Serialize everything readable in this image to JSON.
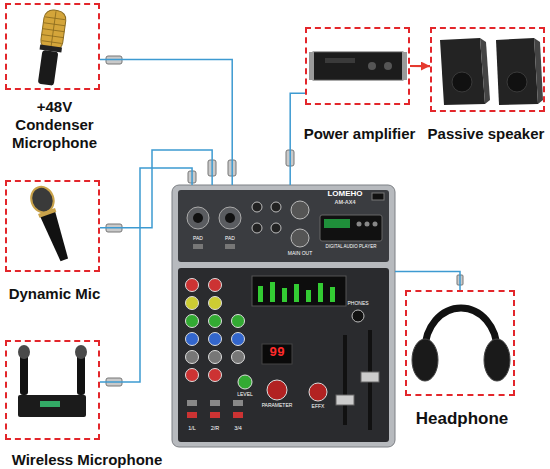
{
  "diagram": {
    "nodes": [
      {
        "text": [
          "+48V Condenser Microphone"
        ]
      },
      {
        "text": [
          "Power amplifier"
        ]
      },
      {
        "text": [
          "Passive speaker"
        ]
      },
      {
        "text": [
          "Dynamic Mic"
        ]
      },
      {
        "text": [
          "LOMEHO",
          "AM-AX4"
        ]
      },
      {
        "text": [
          "Headphone"
        ]
      },
      {
        "text": [
          "Wireless Microphone"
        ]
      }
    ],
    "edges": [
      {
        "from": 0,
        "to": 4,
        "arrow": "none"
      },
      {
        "from": 3,
        "to": 4,
        "arrow": "none"
      },
      {
        "from": 6,
        "to": 4,
        "arrow": "none"
      },
      {
        "from": 4,
        "to": 1,
        "arrow": "none"
      },
      {
        "from": 4,
        "to": 5,
        "arrow": "none"
      },
      {
        "from": 1,
        "to": 2,
        "arrow": "to"
      }
    ],
    "labels": [
      "PAD",
      "PAD",
      "1/L",
      "2/R",
      "3/4",
      "PHONES",
      "MAIN OUT",
      "DIGITAL AUDIO PLAYER",
      "99",
      "PARAMETER",
      "LEVEL",
      "EFFX"
    ]
  }
}
